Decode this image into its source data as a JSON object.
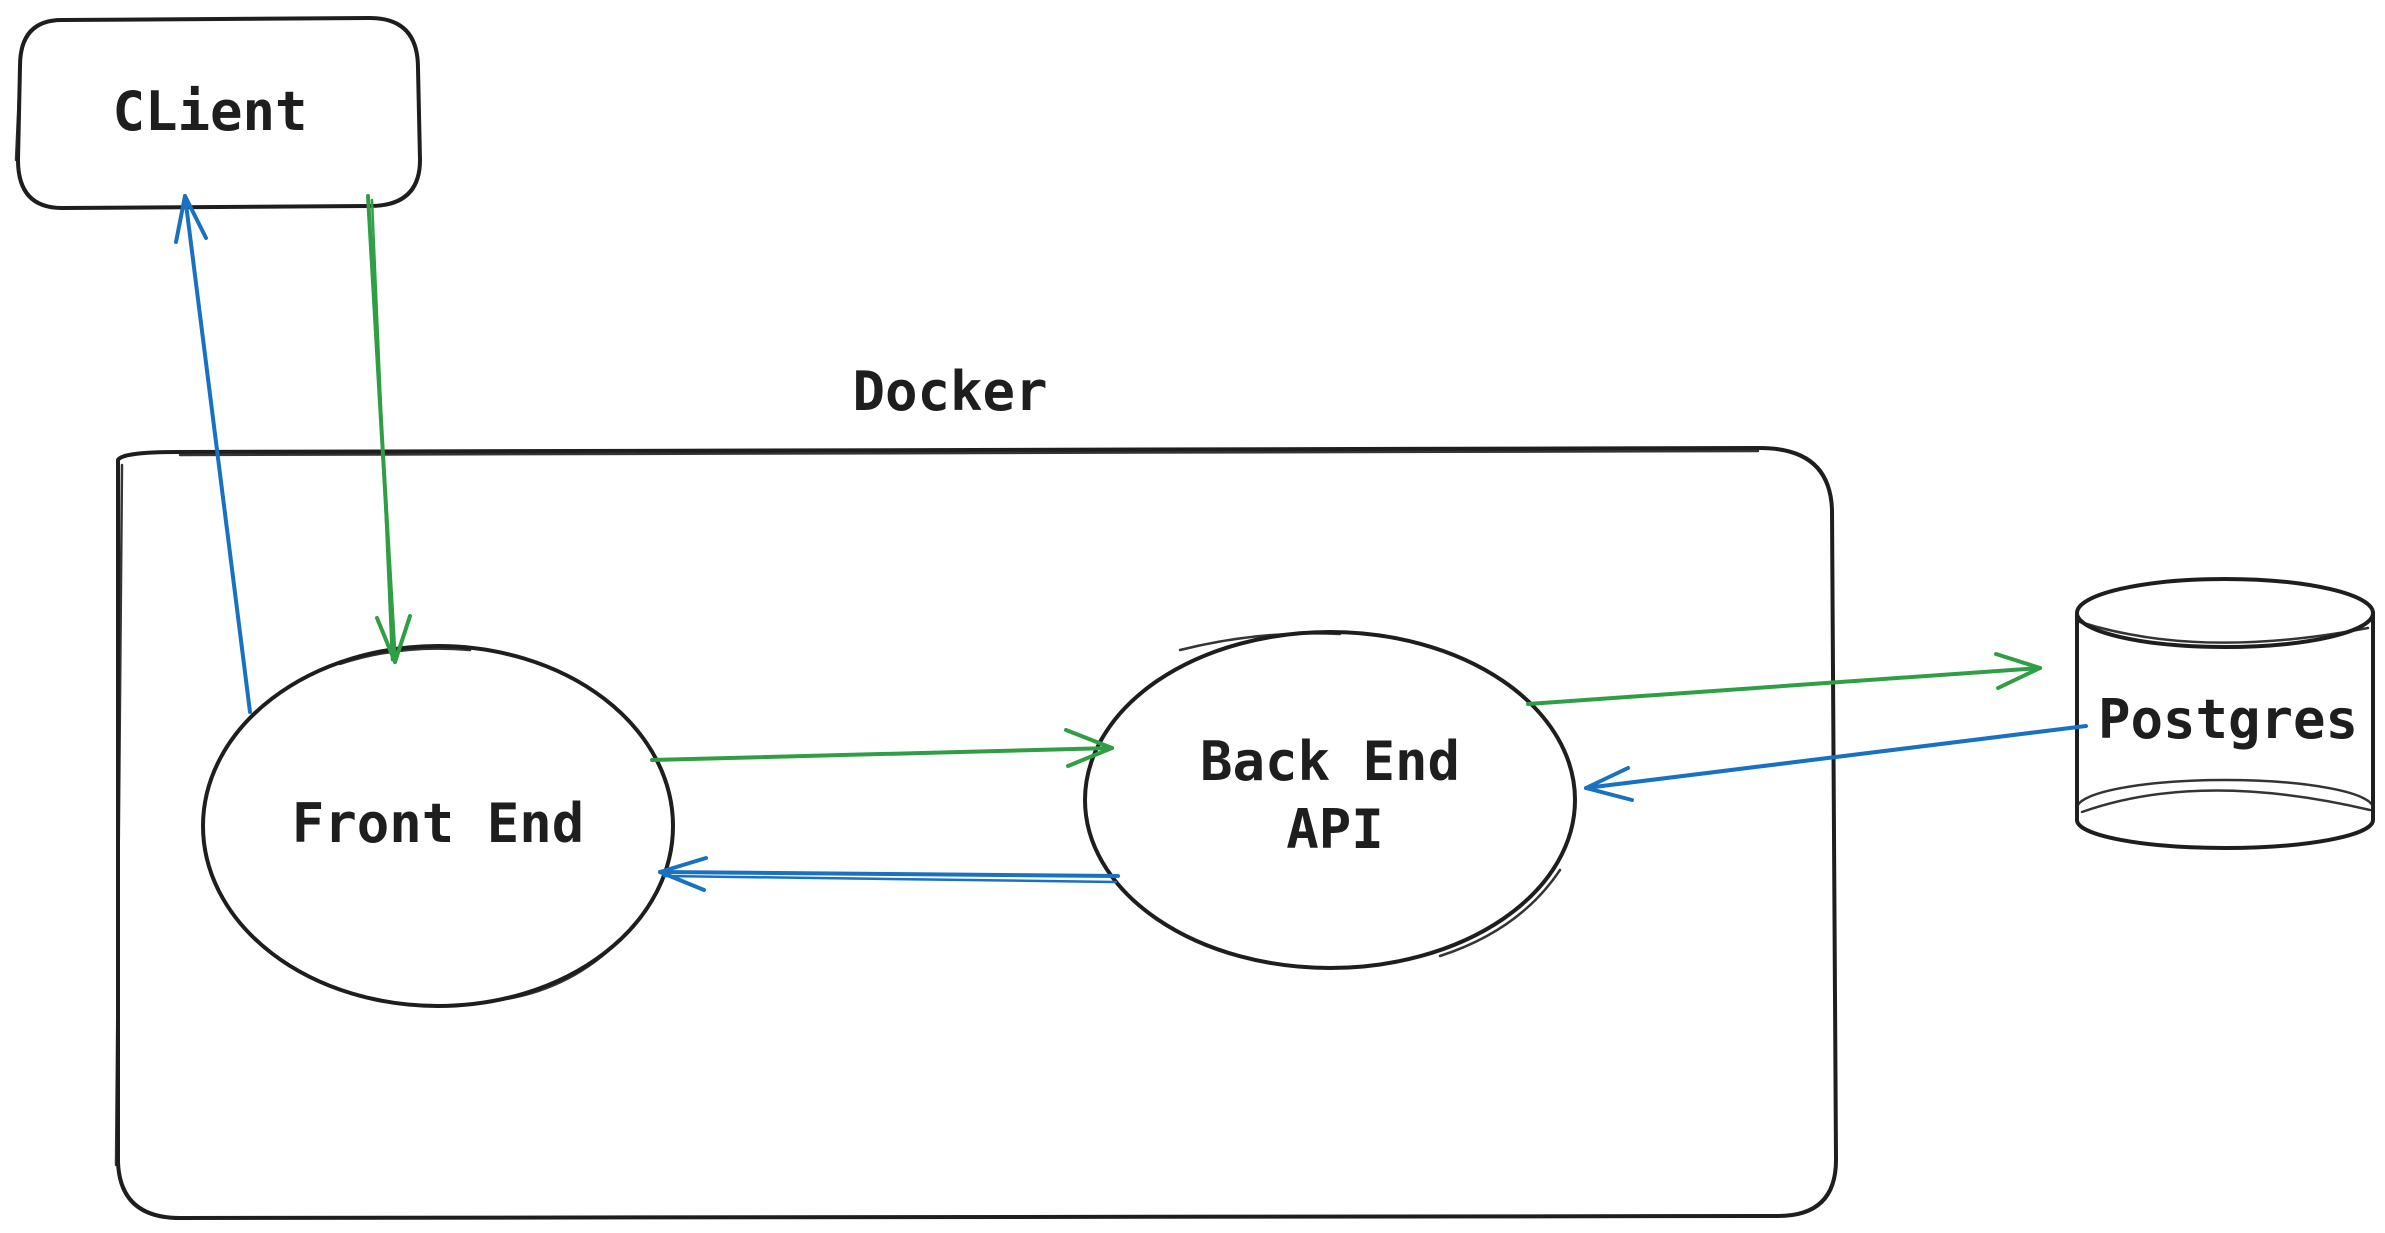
{
  "nodes": {
    "client": {
      "label": "CLient"
    },
    "docker": {
      "label": "Docker"
    },
    "front_end": {
      "label": "Front End"
    },
    "back_end": {
      "label_line1": "Back End",
      "label_line2": "API"
    },
    "postgres": {
      "label": "Postgres"
    }
  },
  "colors": {
    "request": "#2f9e44",
    "response": "#1971c2",
    "stroke": "#1e1e1e"
  }
}
